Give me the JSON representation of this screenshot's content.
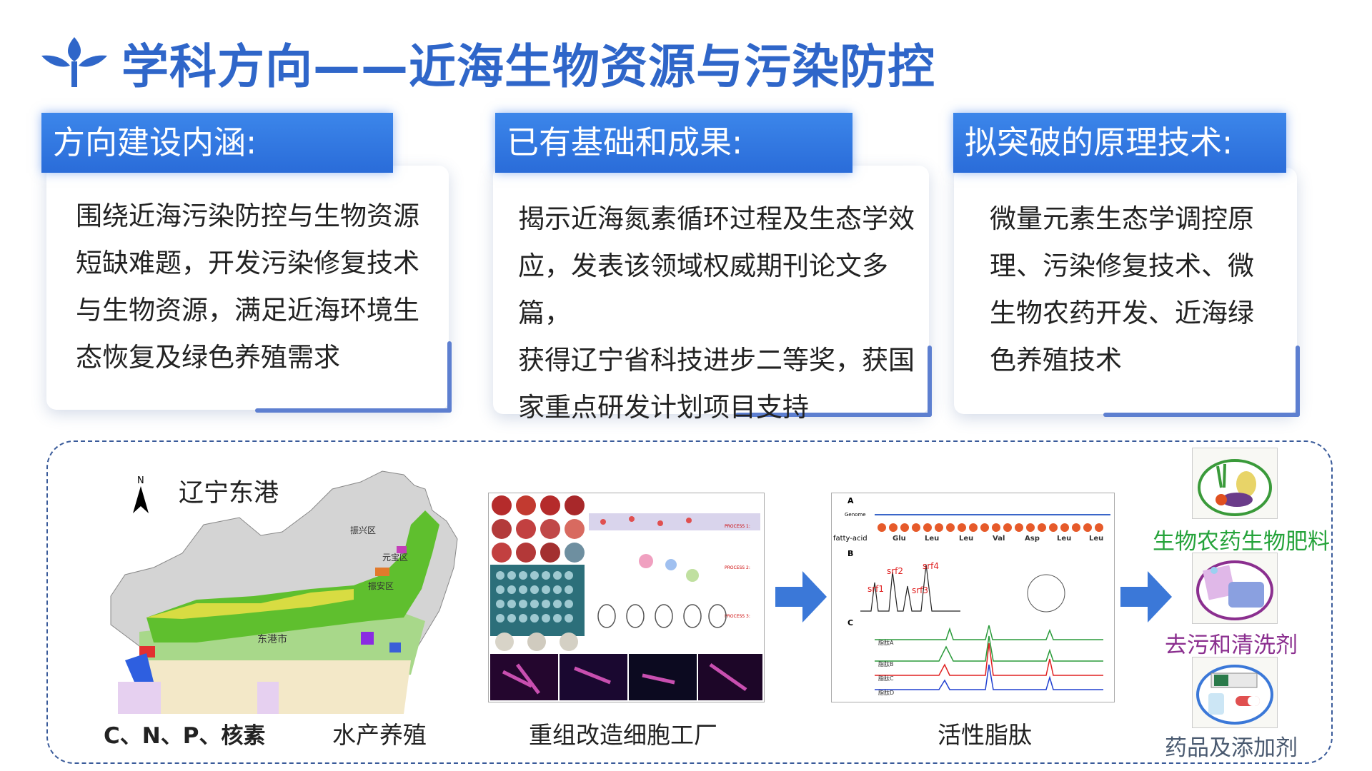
{
  "page": {
    "title": "学科方向——近海生物资源与污染防控"
  },
  "cards": [
    {
      "heading": "方向建设内涵:",
      "text": "围绕近海污染防控与生物资源\n短缺难题，开发污染修复技术\n与生物资源，满足近海环境生\n态恢复及绿色养殖需求"
    },
    {
      "heading": "已有基础和成果:",
      "text": "揭示近海氮素循环过程及生态学效\n应，发表该领域权威期刊论文多篇，\n获得辽宁省科技进步二等奖，获国\n家重点研发计划项目支持"
    },
    {
      "heading": "拟突破的原理技术:",
      "text": "微量元素生态学调控原\n理、污染修复技术、微\n生物农药开发、近海绿\n色养殖技术"
    }
  ],
  "map": {
    "north_label": "N",
    "region_title": "辽宁东港",
    "city_label": "东港市",
    "district_labels": [
      "振兴区",
      "元宝区",
      "振安区"
    ],
    "caption_left": "C、N、P、核素",
    "caption_right": "水产养殖"
  },
  "figures": {
    "cell_factory_caption": "重组改造细胞工厂",
    "peptide_caption": "活性脂肽",
    "process_labels": [
      "PROCESS 1:",
      "PROCESS 2:",
      "PROCESS 3:"
    ],
    "peptide_panels": [
      "A",
      "B",
      "C"
    ],
    "genome_label": "Genome",
    "fatty_acid_label": "fatty-acid",
    "amino_acids": [
      "Glu",
      "Leu",
      "Leu",
      "Val",
      "Asp",
      "Leu",
      "Leu"
    ],
    "srf_peaks": [
      "srf1",
      "srf2",
      "srf3",
      "srf4"
    ],
    "chromatogram_traces": [
      "脂肽A",
      "脂肽B",
      "脂肽C",
      "脂肽D"
    ]
  },
  "applications": [
    {
      "label": "生物农药生物肥料",
      "color": "#25a33a",
      "icon": "vegetables-icon"
    },
    {
      "label": "去污和清洗剂",
      "color": "#8b2f8f",
      "icon": "detergent-icon"
    },
    {
      "label": "药品及添加剂",
      "color": "#4a5a70",
      "icon": "medicine-icon"
    }
  ],
  "colors": {
    "title": "#2f66c9",
    "tab": "#2a6cd9",
    "arrow": "#3b78d8"
  }
}
